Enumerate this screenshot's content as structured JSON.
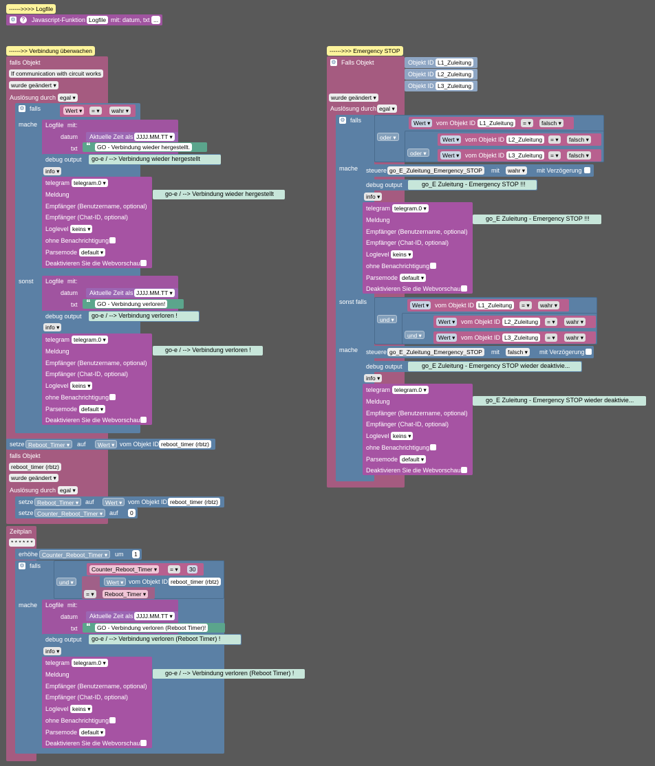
{
  "colors": {
    "background": "#595959",
    "event": "#a55b80",
    "logic": "#5b80a5",
    "function": "#a054a0",
    "text": "#5ba58c",
    "comment": "#fef49c"
  },
  "logfile_group": {
    "comment": "------>>>> Logfile",
    "function_label": "Javascript-Funktion",
    "function_name": "Logfile",
    "params": "mit: datum, txt",
    "more": "..."
  },
  "verbindung": {
    "comment": "------>> Verbindung überwachen",
    "falls_objekt": "falls Objekt",
    "object_name": "If communication with circuit works",
    "wurde": "wurde geändert",
    "ausloesung": "Auslösung durch",
    "egal": "egal",
    "falls": "falls",
    "wert": "Wert",
    "eq": "=",
    "wahr": "wahr",
    "mache": "mache",
    "sonst": "sonst",
    "logfile": "Logfile",
    "mit": "mit:",
    "datum": "datum",
    "aktuelle_zeit": "Aktuelle Zeit als",
    "format": "JJJJ.MM.TT",
    "txt": "txt",
    "go_restored": "GO - Verbindung wieder hergestellt.",
    "debug_output": "debug output",
    "dbg_restored": "go-e / --> Verbindung wieder hergestellt",
    "info": "info",
    "telegram": "telegram",
    "telegram_inst": "telegram.0",
    "meldung": "Meldung",
    "msg_restored": "go-e / --> Verbindung wieder hergestellt",
    "empf_user": "Empfänger (Benutzername, optional)",
    "empf_chat": "Empfänger (Chat-ID, optional)",
    "loglevel": "Loglevel",
    "keins": "keins",
    "ohne_benach": "ohne Benachrichtigung",
    "parsemode": "Parsemode",
    "default": "default",
    "deaktivieren": "Deaktivieren Sie die Webvorschau",
    "go_lost": "GO - Verbindung verloren!",
    "dbg_lost": "go-e / --> Verbindung verloren !",
    "msg_lost": "go-e / --> Verbindung verloren !"
  },
  "reboot": {
    "setze": "setze",
    "reboot_timer": "Reboot_Timer",
    "auf": "auf",
    "wert": "Wert",
    "vom_objekt": "vom Objekt ID",
    "rbtz": "reboot_timer (rbtz)",
    "falls_objekt": "falls Objekt",
    "wurde": "wurde geändert",
    "ausloesung": "Auslösung durch",
    "egal": "egal",
    "counter": "Counter_Reboot_Timer",
    "zero": "0"
  },
  "zeitplan": {
    "label": "Zeitplan",
    "cron": "* * * * * *",
    "erhoehe": "erhöhe",
    "um": "um",
    "one": "1",
    "falls": "falls",
    "und": "und",
    "eq": "=",
    "thirty": "30",
    "mache": "mache",
    "go_lost_reboot": "GO - Verbindung verloren (Reboot Timer)!",
    "dbg_lost_reboot": "go-e / --> Verbindung verloren (Reboot Timer) !",
    "msg_lost_reboot": "go-e / --> Verbindung verloren (Reboot Timer) !"
  },
  "emergency": {
    "comment": "------>>> Emergency STOP",
    "falls_objekt": "Falls Objekt",
    "objekt_id": "Objekt ID",
    "l1": "L1_Zuleitung",
    "l2": "L2_Zuleitung",
    "l3": "L3_Zuleitung",
    "wurde": "wurde geändert",
    "ausloesung": "Auslösung durch",
    "egal": "egal",
    "falls": "falls",
    "oder": "oder",
    "und": "und",
    "wert": "Wert",
    "vom_objekt": "vom Objekt ID",
    "eq": "=",
    "falsch": "falsch",
    "wahr": "wahr",
    "mache": "mache",
    "sonst_falls": "sonst falls",
    "steuere": "steuere",
    "target": "go_E_Zuleitung_Emergency_STOP",
    "mit": "mit",
    "mit_verz": "mit Verzögerung",
    "debug_output": "debug output",
    "dbg_stop": "go_E Zuleitung - Emergency STOP !!!",
    "msg_stop": "go_E Zuleitung - Emergency STOP !!!",
    "dbg_deakt": "go_E Zuleitung - Emergency STOP wieder deaktivie...",
    "msg_deakt": "go_E Zuleitung - Emergency STOP wieder deaktivie...",
    "info": "info",
    "telegram": "telegram",
    "telegram_inst": "telegram.0",
    "meldung": "Meldung",
    "empf_user": "Empfänger (Benutzername, optional)",
    "empf_chat": "Empfänger (Chat-ID, optional)",
    "loglevel": "Loglevel",
    "keins": "keins",
    "ohne_benach": "ohne Benachrichtigung",
    "parsemode": "Parsemode",
    "default": "default",
    "deaktivieren": "Deaktivieren Sie die Webvorschau"
  }
}
